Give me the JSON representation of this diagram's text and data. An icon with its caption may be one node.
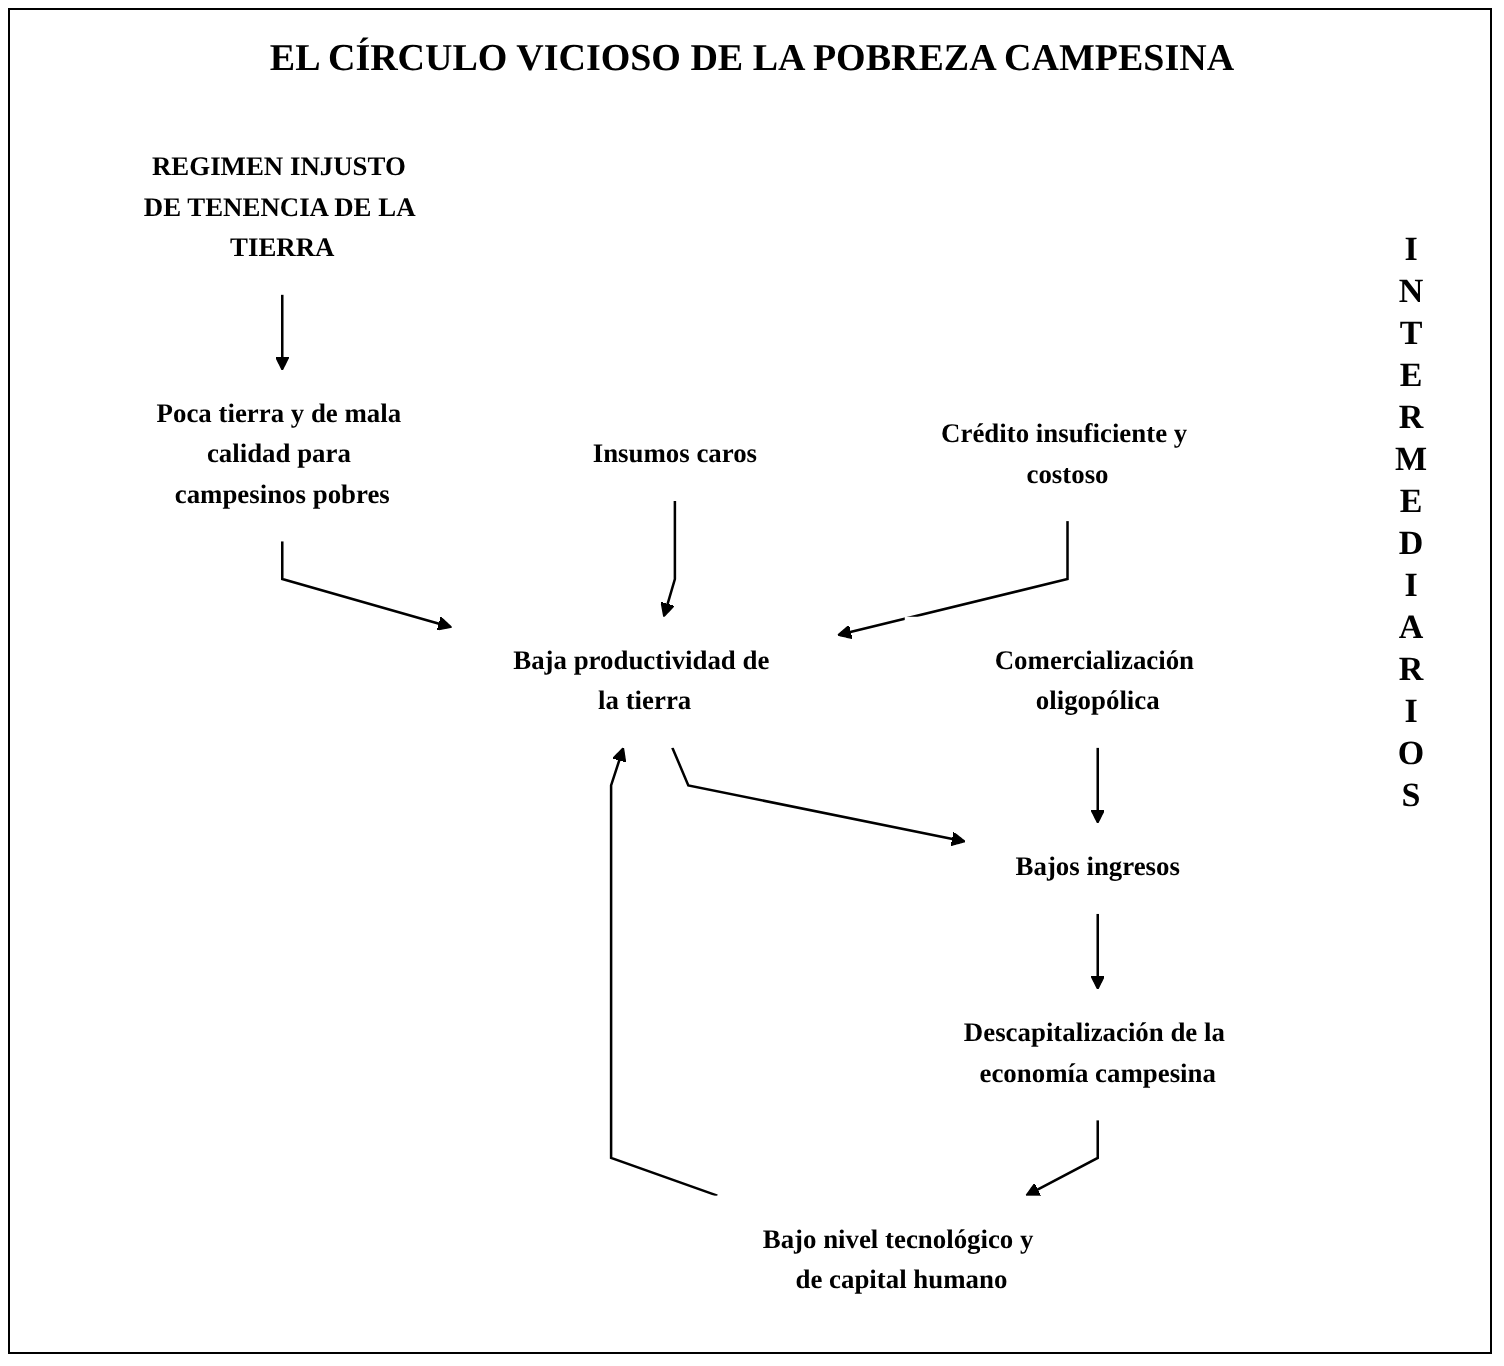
{
  "diagram": {
    "title": "EL CÍRCULO VICIOSO DE LA POBREZA CAMPESINA",
    "nodes": [
      {
        "text": [
          "Poca tierra y de mala calidad para campesinos pobres"
        ]
      },
      {
        "text": [
          "Insumos caros"
        ]
      },
      {
        "text": [
          "Baja productividad de la tierra"
        ]
      },
      {
        "text": [
          "Crédito insuficiente y costoso"
        ]
      },
      {
        "text": [
          "REGIMEN INJUSTO DE TENENCIA DE LA TIERRA"
        ]
      },
      {
        "text": [
          "Comercialización oligopólica"
        ]
      },
      {
        "text": [
          "Bajo nivel tecnológico y de capital humano"
        ]
      },
      {
        "text": [
          "Bajos ingresos"
        ]
      },
      {
        "text": [
          "Descapitalización de la economía campesina"
        ]
      }
    ],
    "edges": [
      {
        "from": 4,
        "to": 0,
        "arrow": "to"
      },
      {
        "from": 0,
        "to": 2,
        "arrow": "to"
      },
      {
        "from": 1,
        "to": 2,
        "arrow": "to"
      },
      {
        "from": 3,
        "to": 2,
        "arrow": "to"
      },
      {
        "from": 6,
        "to": 2,
        "arrow": "to"
      },
      {
        "from": 2,
        "to": 7,
        "arrow": "to"
      },
      {
        "from": 5,
        "to": 7,
        "arrow": "to"
      },
      {
        "from": 7,
        "to": 8,
        "arrow": "to"
      },
      {
        "from": 8,
        "to": 6,
        "arrow": "to"
      }
    ],
    "labels": [
      "INTERMEDIARIOS"
    ]
  }
}
